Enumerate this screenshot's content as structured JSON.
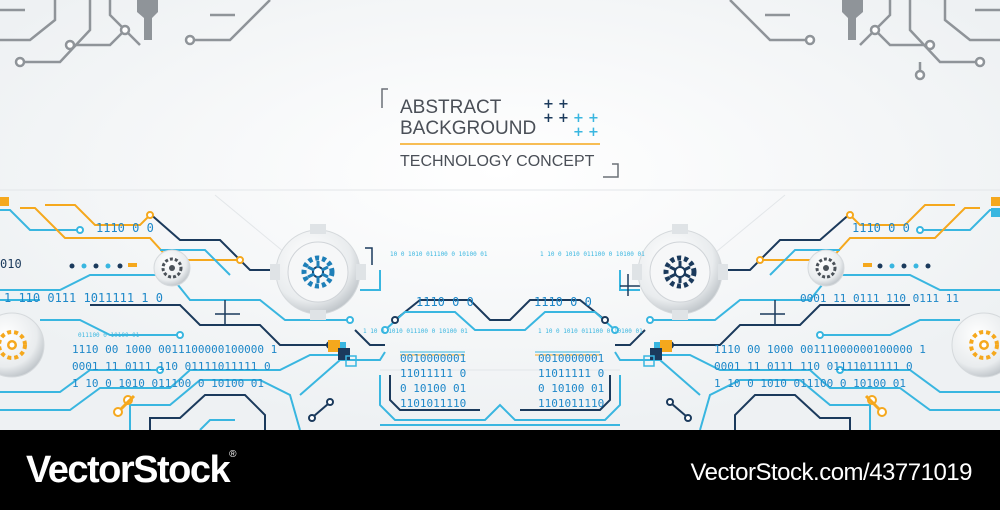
{
  "title": {
    "line1": "ABSTRACT",
    "line2": "BACKGROUND",
    "subtitle": "TECHNOLOGY CONCEPT"
  },
  "binary": {
    "left_top_small": "1110 0 0",
    "left_edge": "010",
    "left_row1": "1  110  0111 1011111 1  0",
    "left_mid_small": "011100 0 10100 01",
    "left_row2": "1110  00  1000  0011100000100000 1",
    "left_row3": "0001  11  0111  110 01111011111 0",
    "left_row4": "1  10    0  1010   011100  0  10100  01",
    "center_left_a": "1110 0 0",
    "center_left_b": "0010000001",
    "center_left_c": "11011111  0",
    "center_left_d": "0  10100  01",
    "center_left_e": "1101011110",
    "center_small_left": "10 0 1010  011100 0 10100 01",
    "center_small_left2": "1  10  0  1010  011100  0 10100 01",
    "center_right_a": "1110 0 0",
    "center_right_b": "0010000001",
    "center_right_c": "11011111  0",
    "center_right_d": "0  10100  01",
    "center_right_e": "1101011110",
    "center_small_right": "1  10  0  1010  011100  0 10100 01",
    "center_small_right2": "1  10  0  1010  011100  0 10100 01",
    "right_top_small": "1110 0 0",
    "right_row1": "0001  11  0111  110 0111  11",
    "right_row2": "1110  00  1000  00111000000100000 1",
    "right_row3": "0001  11  0111  110 01111011111 0",
    "right_row4": "1  10    0  1010   011100  0  10100  01"
  },
  "footer": {
    "brand": "VectorStock",
    "registered": "®",
    "image_id": "VectorStock.com/43771019"
  },
  "colors": {
    "navy": "#1b3a5c",
    "cyan": "#39b6e0",
    "orange": "#f5a81d",
    "gray": "#8c8c8c",
    "light_gray": "#cfd3d6",
    "blue_text": "#1e88c9"
  },
  "icons": [
    "gear-icon",
    "plus-icon",
    "circuit-pattern"
  ]
}
